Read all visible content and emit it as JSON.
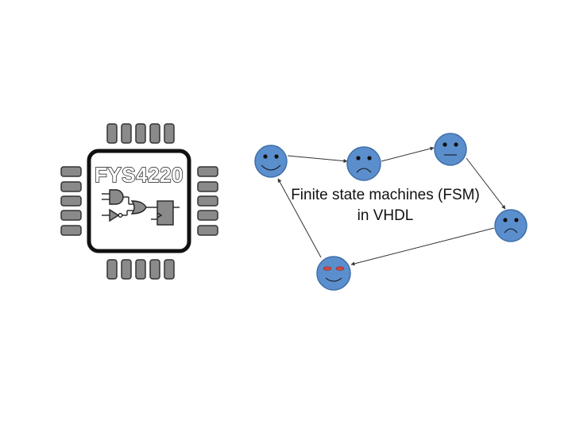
{
  "chip": {
    "label": "FYS4220",
    "icon": "microchip-icon"
  },
  "fsm": {
    "title_line1": "Finite state machines (FSM)",
    "title_line2": "in VHDL"
  },
  "colors": {
    "face_fill": "#5b8ecc",
    "face_stroke": "#3e6fa8",
    "pin_fill": "#8a8a8a",
    "chip_stroke": "#111111",
    "eye_red": "#d9473c"
  }
}
